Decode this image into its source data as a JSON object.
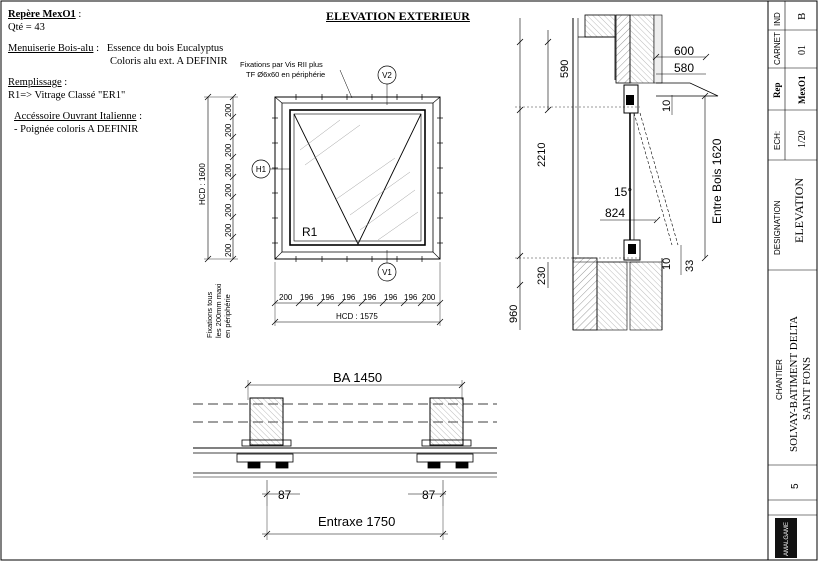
{
  "notes": {
    "repere_label": "Repère MexO1",
    "qty": "Qté = 43",
    "menuiserie_label": "Menuiserie Bois-alu",
    "menuiserie_line1": "Essence du bois Eucalyptus",
    "menuiserie_line2": "Coloris alu ext. A DEFINIR",
    "remplissage_label": "Remplissage",
    "remplissage_value": "R1=> Vitrage Classé \"ER1\"",
    "accessoire_label": "Accéssoire Ouvrant Italienne",
    "accessoire_value": "-  Poignée coloris A DEFINIR"
  },
  "title": "ELEVATION EXTERIEUR",
  "elevation": {
    "fixation_note_1": "Fixations par Vis RII plus",
    "fixation_note_2": "TF Ø6x60 en périphérie",
    "fixation_side_1": "Fixations tous",
    "fixation_side_2": "les 200mm maxi",
    "fixation_side_3": "en périphérie",
    "v2": "V2",
    "v1": "V1",
    "h1": "H1",
    "r1": "R1",
    "hcd_vertical": "HCD : 1600",
    "hcd_horizontal": "HCD : 1575",
    "vertical_spacings": [
      "200",
      "200",
      "200",
      "200",
      "200",
      "200",
      "200",
      "200"
    ],
    "horizontal_spacings": [
      "200",
      "196",
      "196",
      "196",
      "196",
      "196",
      "196",
      "200"
    ]
  },
  "section": {
    "dim_590": "590",
    "dim_2210": "2210",
    "dim_230": "230",
    "dim_960": "960",
    "dim_600": "600",
    "dim_580": "580",
    "dim_10a": "10",
    "dim_10b": "10",
    "dim_33": "33",
    "dim_15deg": "15°",
    "dim_824": "824",
    "entre_bois": "Entre Bois 1620"
  },
  "plan": {
    "ba": "BA 1450",
    "dim_87_left": "87",
    "dim_87_right": "87",
    "entraxe": "Entraxe 1750"
  },
  "cartouche": {
    "ind_label": "IND",
    "ind_value": "B",
    "carnet_label": "CARNET",
    "carnet_value": "01",
    "rep_label": "Rep",
    "rep_value": "MexO1",
    "ech_label": "ECH:",
    "ech_value": "1/20",
    "designation_label": "DESIGNATION",
    "designation_value": "ELEVATION",
    "chantier_label": "CHANTIER",
    "chantier_line1": "SOLVAY-BATIMENT DELTA",
    "chantier_line2": "SAINT FONS",
    "page_number": "5",
    "logo_text": "AMALGAME"
  }
}
